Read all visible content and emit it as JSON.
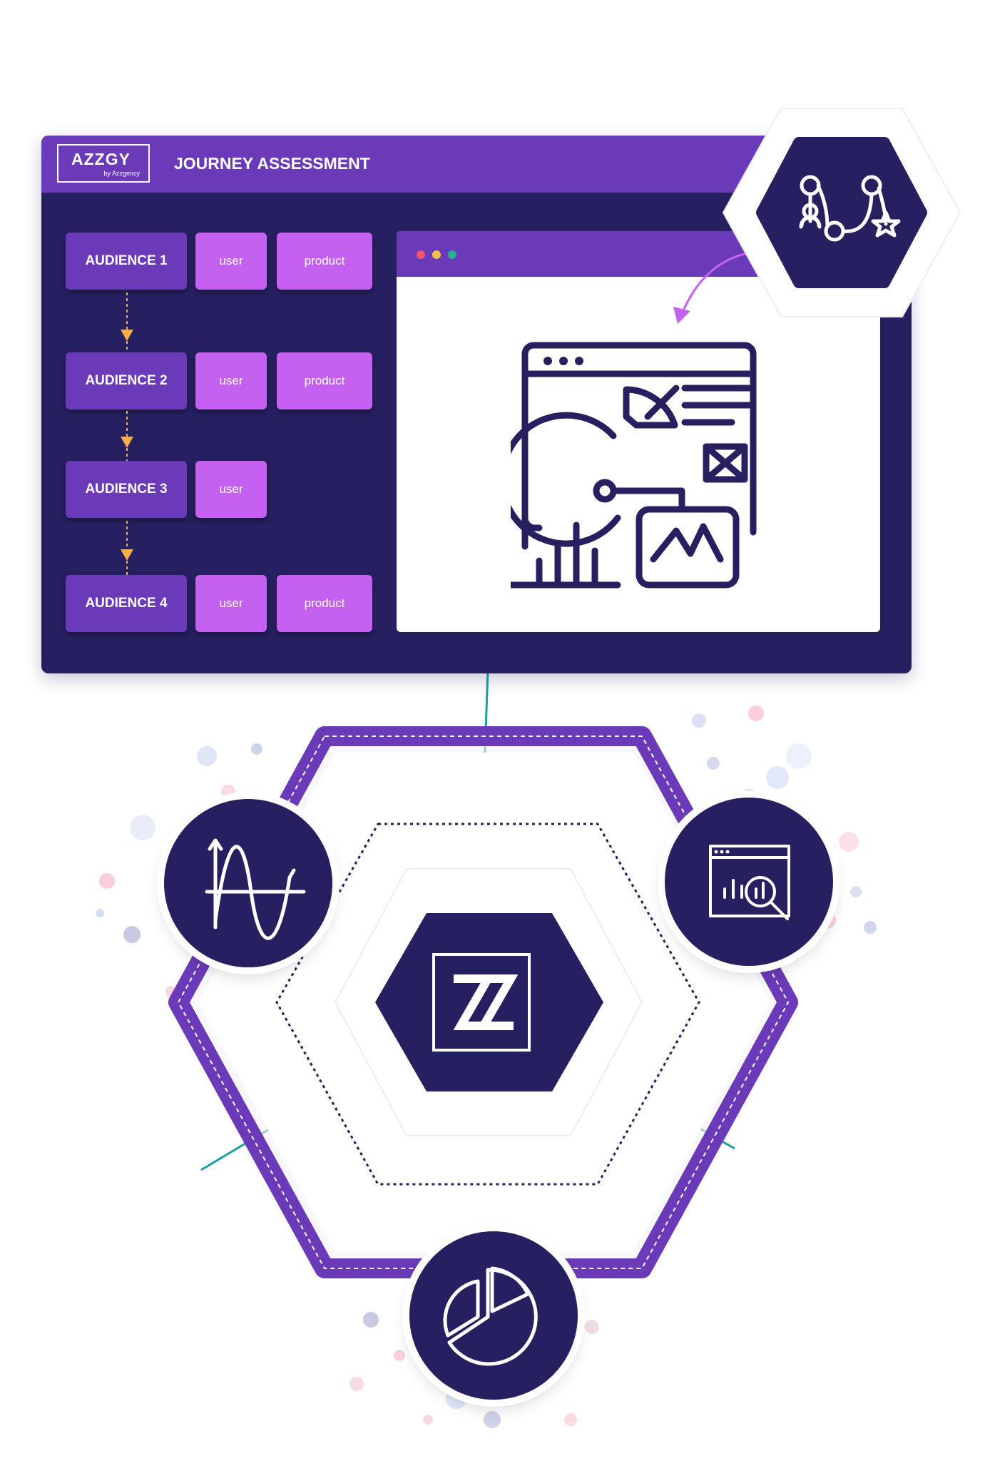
{
  "colors": {
    "panel_bg": "#262060",
    "accent_purple": "#6a3ab8",
    "tag_pink": "#c561f0",
    "arrow_orange": "#f5b04a",
    "teal_line": "#1b9e9e",
    "white": "#ffffff"
  },
  "brand": {
    "name": "AZZGY",
    "subtitle": "by Azzgency"
  },
  "panel": {
    "title": "JOURNEY ASSESSMENT"
  },
  "audiences": [
    {
      "label": "AUDIENCE 1",
      "tags": [
        "user",
        "product"
      ]
    },
    {
      "label": "AUDIENCE 2",
      "tags": [
        "user",
        "product"
      ]
    },
    {
      "label": "AUDIENCE 3",
      "tags": [
        "user"
      ]
    },
    {
      "label": "AUDIENCE 4",
      "tags": [
        "user",
        "product"
      ]
    }
  ],
  "icons": {
    "journey": "customer-journey-icon",
    "dashboard": "analytics-dashboard-icon",
    "center_logo": "zz-logo-icon",
    "wave": "wave-graph-icon",
    "search": "analytics-search-icon",
    "pie": "pie-chart-icon"
  }
}
